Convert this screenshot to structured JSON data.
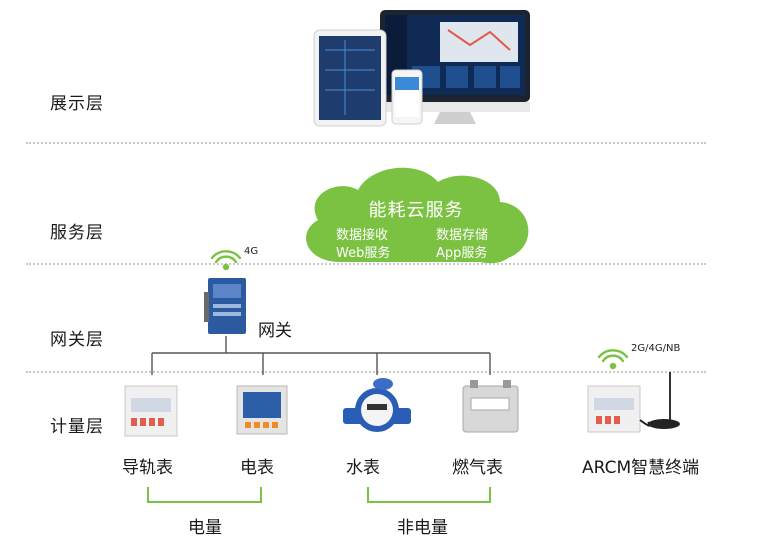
{
  "layers": {
    "display": "展示层",
    "service": "服务层",
    "gateway": "网关层",
    "metering": "计量层"
  },
  "cloud": {
    "title": "能耗云服务",
    "items": [
      "数据接收",
      "数据存储",
      "Web服务",
      "App服务"
    ],
    "color": "#7cc242"
  },
  "gateway": {
    "label": "网关",
    "signal": "4G"
  },
  "devices": [
    {
      "label": "导轨表"
    },
    {
      "label": "电表"
    },
    {
      "label": "水表"
    },
    {
      "label": "燃气表"
    },
    {
      "label": "ARCM智慧终端",
      "signal": "2G/4G/NB"
    }
  ],
  "groups": {
    "electric": "电量",
    "non_electric": "非电量",
    "bracket_color": "#7cc242"
  }
}
